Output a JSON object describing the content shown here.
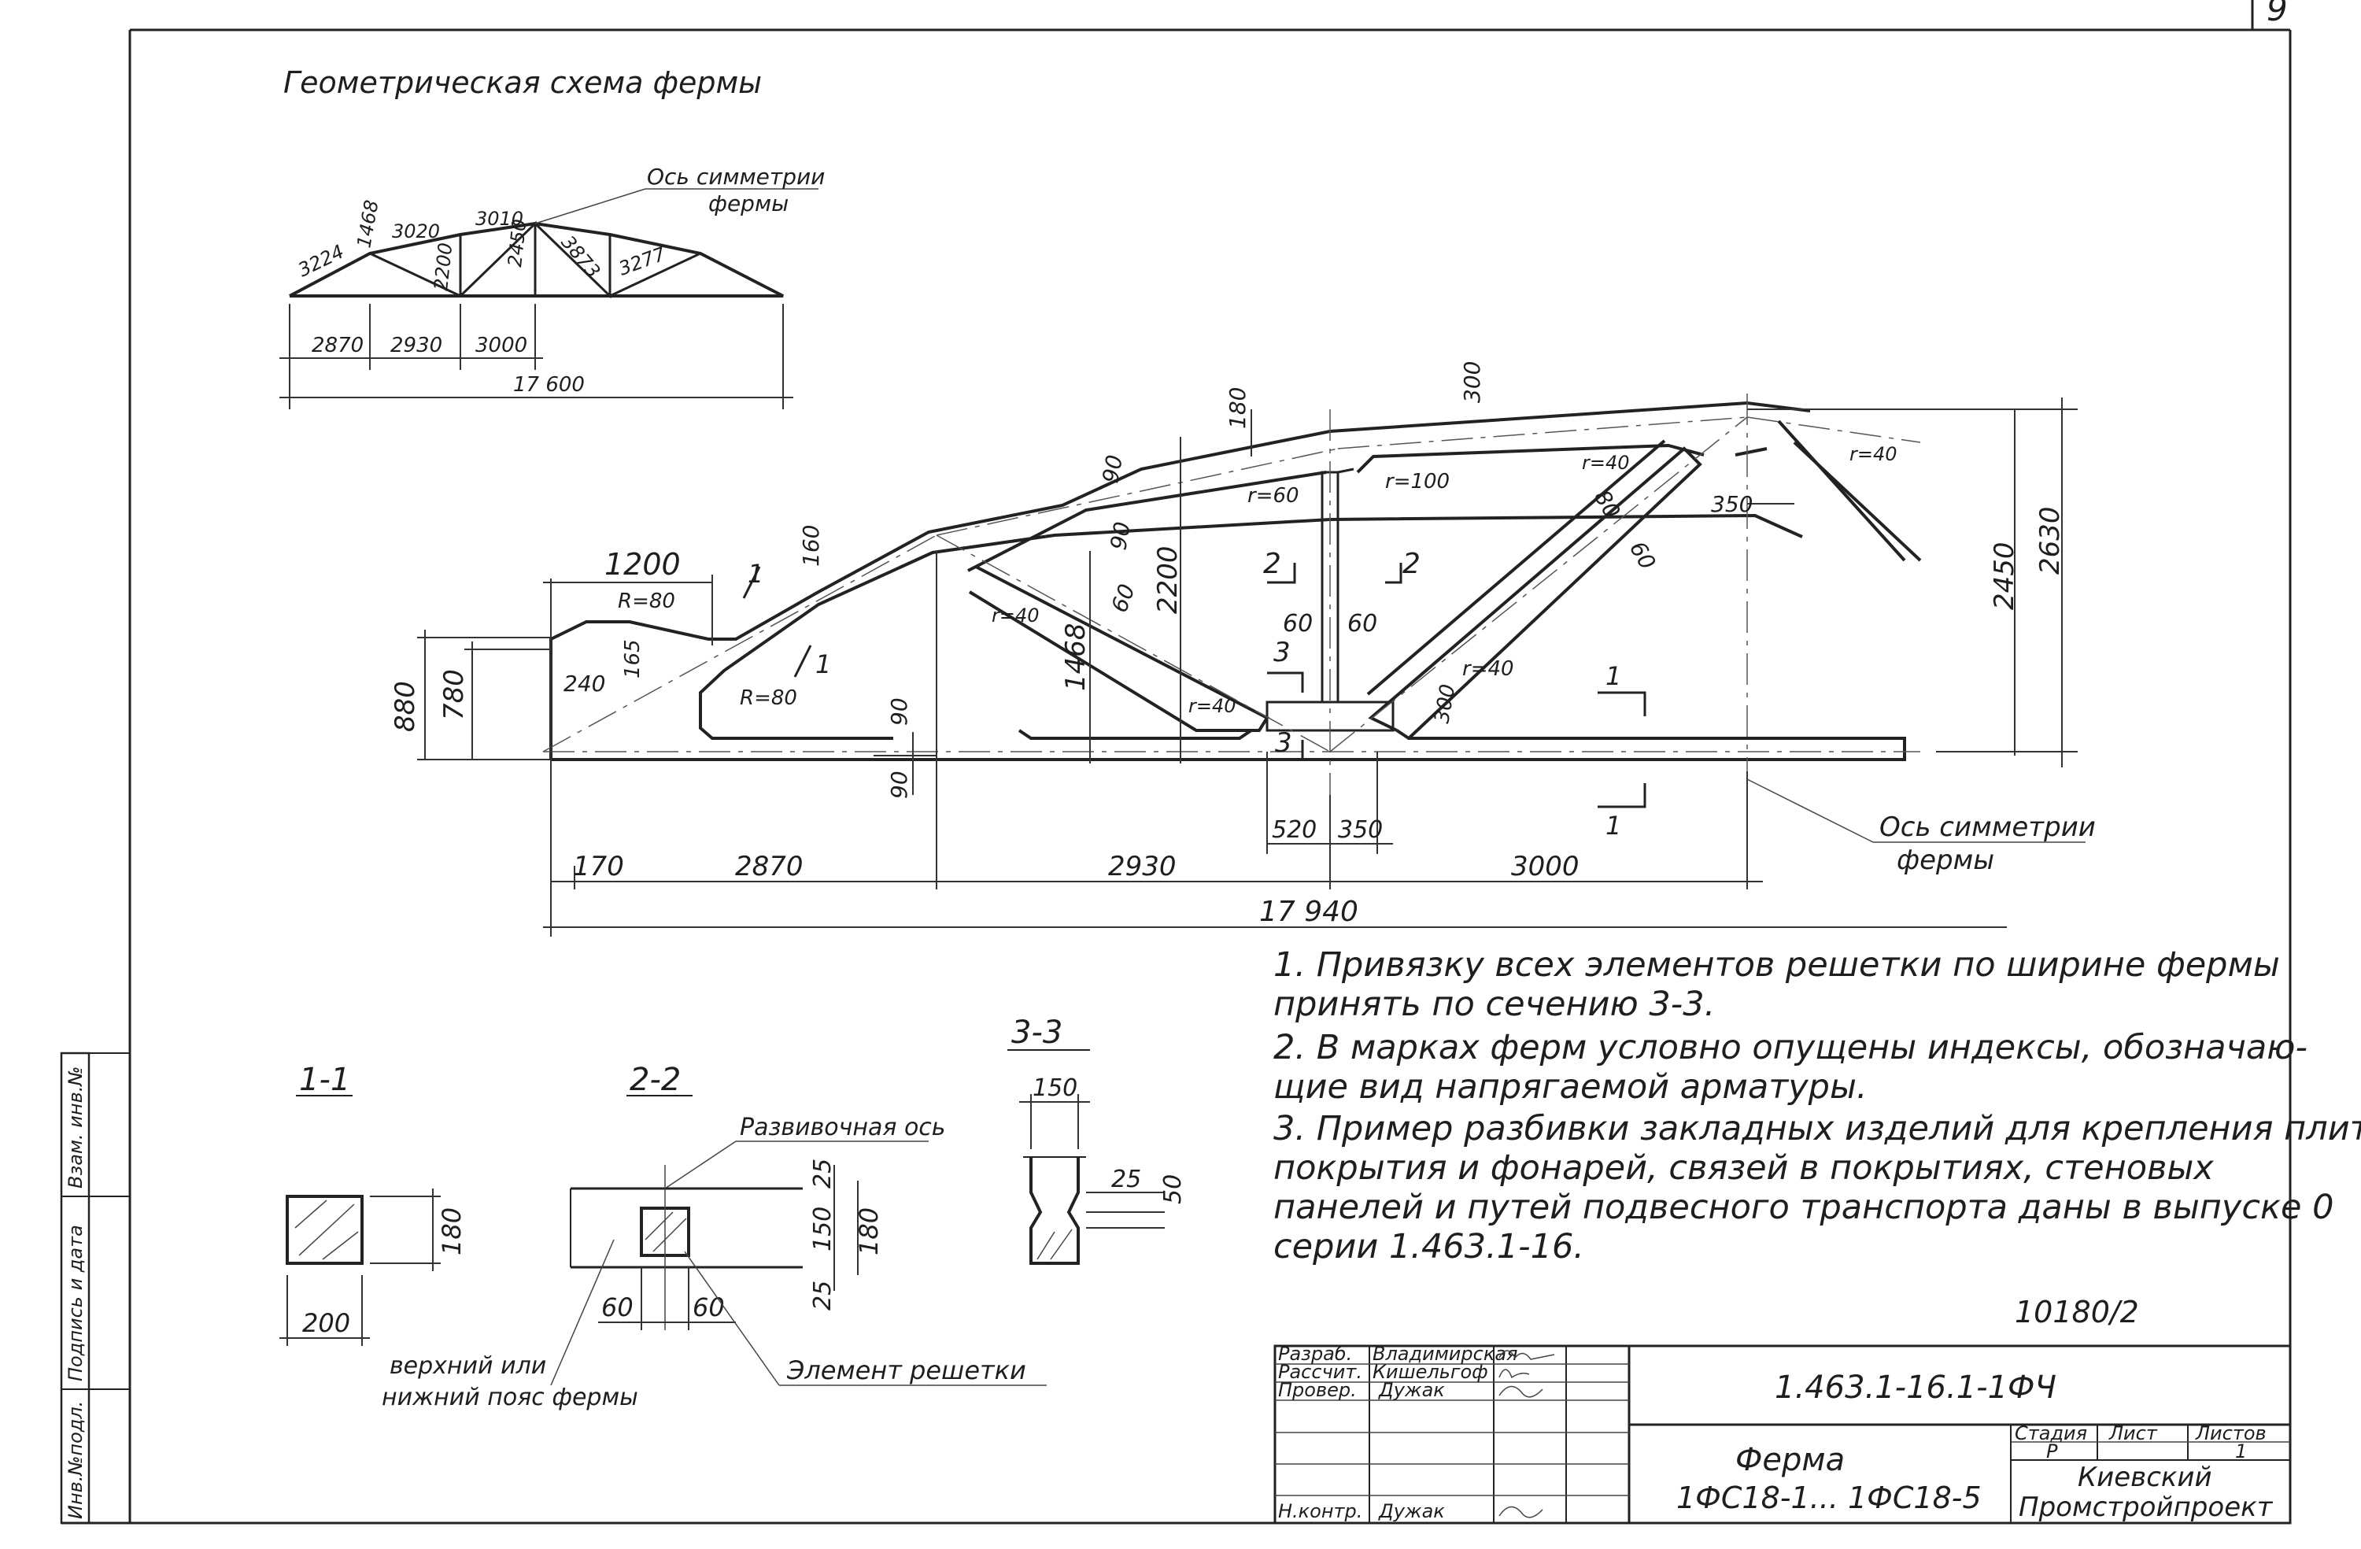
{
  "page_number": "9",
  "schema": {
    "title": "Геометрическая схема фермы",
    "symmetry_axis": "Ось симметрии",
    "symmetry_axis_2": "фермы",
    "members": [
      "3224",
      "1468",
      "3020",
      "3010",
      "2200",
      "2450",
      "3873",
      "3277"
    ],
    "spans": [
      "2870",
      "2930",
      "3000"
    ],
    "total": "17 600"
  },
  "main": {
    "dims": {
      "d1200": "1200",
      "R80a": "R=80",
      "R80b": "R=80",
      "d240": "240",
      "d165": "165",
      "d880": "880",
      "d780": "780",
      "d160": "160",
      "d90a": "90",
      "d90b": "90",
      "d90c": "90",
      "d90d": "90",
      "d180": "180",
      "d2200": "2200",
      "d1468": "1468",
      "d60a": "60",
      "d60b": "60",
      "d60c": "60",
      "d60d": "60",
      "d80": "80",
      "d300a": "300",
      "d300b": "300",
      "d350a": "350",
      "d350b": "350",
      "d520": "520",
      "r40a": "r=40",
      "r40b": "r=40",
      "r40c": "r=40",
      "r40d": "r=40",
      "r40e": "r=40",
      "r60": "r=60",
      "r100": "r=100",
      "d2450": "2450",
      "d2630": "2630",
      "b170": "170",
      "b2870": "2870",
      "b2930": "2930",
      "b3000": "3000",
      "b17940": "17 940",
      "cut1a": "1",
      "cut1b": "1",
      "cut1c": "1",
      "cut1d": "1",
      "cut2a": "2",
      "cut2b": "2",
      "cut3a": "3",
      "cut3b": "3"
    },
    "symmetry_axis": "Ось симметрии",
    "symmetry_axis_2": "фермы"
  },
  "sections": {
    "s11": {
      "title": "1-1",
      "w": "200",
      "h": "180"
    },
    "s22": {
      "title": "2-2",
      "axis": "Развивочная ось",
      "d25a": "25",
      "d150": "150",
      "d25b": "25",
      "d180": "180",
      "d60a": "60",
      "d60b": "60",
      "chord": "верхний или",
      "chord2": "нижний пояс фермы",
      "element": "Элемент  решетки"
    },
    "s33": {
      "title": "3-3",
      "d150": "150",
      "d25": "25",
      "d50": "50"
    }
  },
  "notes": [
    "1. Привязку всех элементов решетки по ширине фермы",
    "принять по сечению  3-3.",
    "2. В марках ферм условно опущены индексы, обозначаю-",
    "щие вид напрягаемой арматуры.",
    "3. Пример разбивки закладных изделий для крепления плит",
    "покрытия и фонарей, связей в покрытиях, стеновых",
    "панелей и путей подвесного транспорта даны в выпуске 0",
    "серии  1.463.1-16."
  ],
  "stamp_number": "10180/2",
  "title_block": {
    "roles": [
      "Разраб.",
      "Рассчит.",
      "Провер.",
      "",
      "",
      "",
      "Н.контр."
    ],
    "names": [
      "Владимирская",
      "Кишельгоф",
      "Дужак",
      "",
      "",
      "",
      "Дужак"
    ],
    "code": "1.463.1-16.1-1ФЧ",
    "name_line1": "Ферма",
    "name_line2": "1ФС18-1... 1ФС18-5",
    "stage_h": "Стадия",
    "sheet_h": "Лист",
    "sheets_h": "Листов",
    "stage": "Р",
    "sheet": "",
    "sheets": "1",
    "org1": "Киевский",
    "org2": "Промстройпроект"
  },
  "side_stamp": [
    "Инв.№подл.",
    "Подпись и дата",
    "Взам. инв.№"
  ]
}
